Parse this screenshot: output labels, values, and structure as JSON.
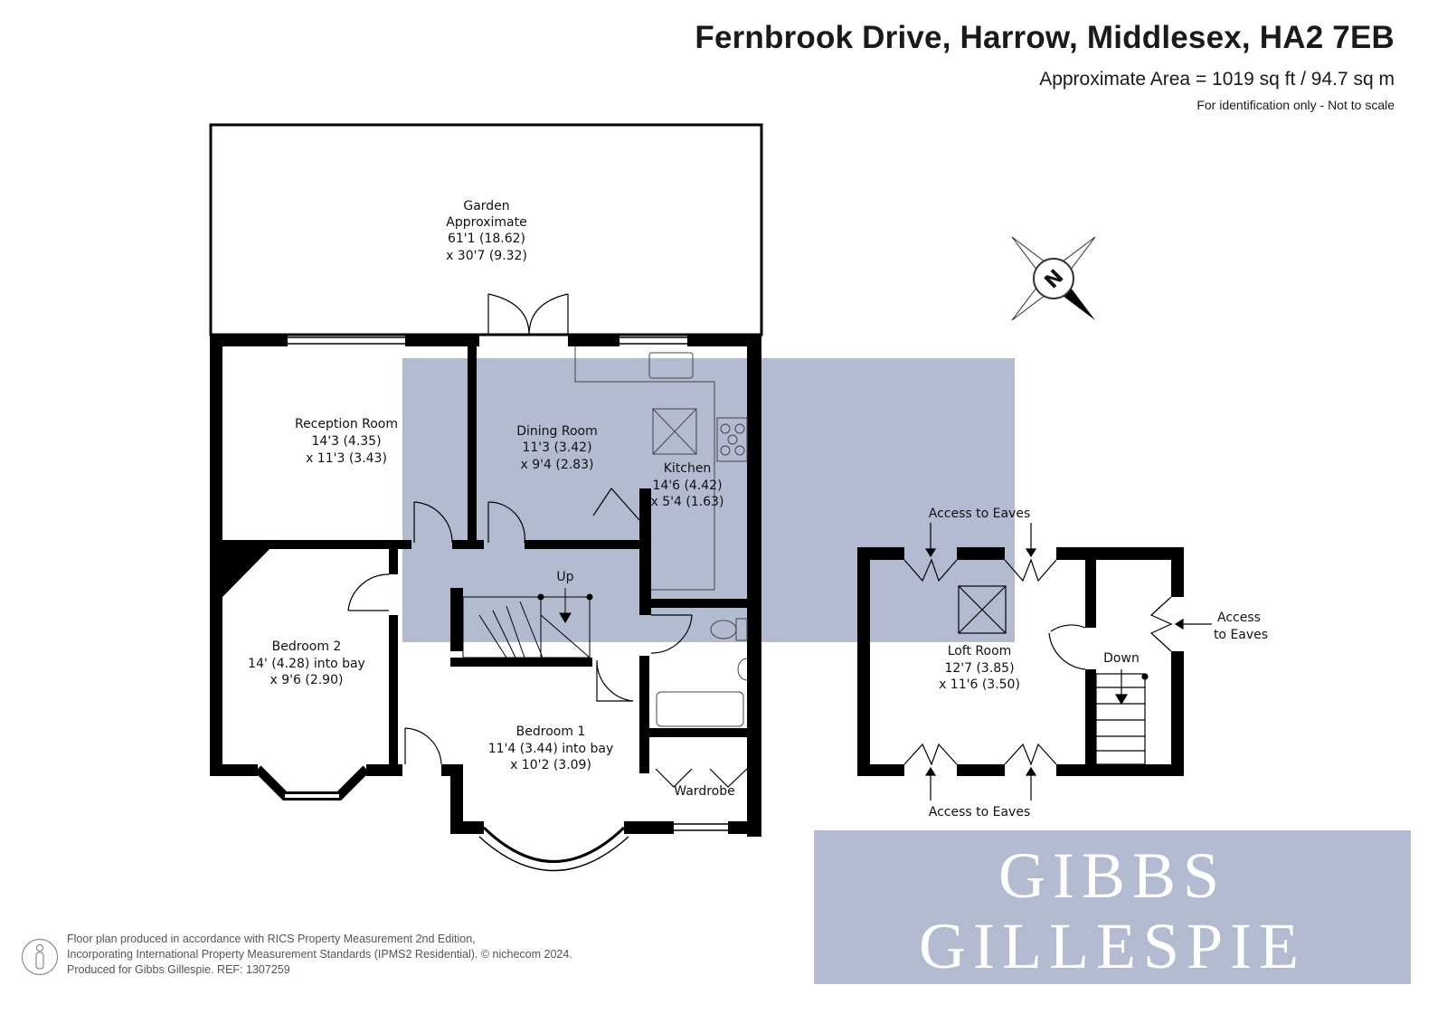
{
  "header": {
    "title": "Fernbrook Drive, Harrow, Middlesex, HA2 7EB",
    "area": "Approximate Area = 1019 sq ft / 94.7 sq m",
    "note": "For identification only - Not to scale"
  },
  "rooms": {
    "garden": [
      "Garden",
      "Approximate",
      "61'1 (18.62)",
      "x 30'7 (9.32)"
    ],
    "reception": [
      "Reception Room",
      "14'3 (4.35)",
      "x 11'3 (3.43)"
    ],
    "dining": [
      "Dining Room",
      "11'3 (3.42)",
      "x 9'4 (2.83)"
    ],
    "kitchen": [
      "Kitchen",
      "14'6 (4.42)",
      "x 5'4 (1.63)"
    ],
    "bedroom2": [
      "Bedroom 2",
      "14' (4.28) into bay",
      "x 9'6 (2.90)"
    ],
    "bedroom1": [
      "Bedroom 1",
      "11'4 (3.44) into bay",
      "x 10'2 (3.09)"
    ],
    "wardrobe": "Wardrobe",
    "stairs_up": "Up",
    "loft": [
      "Loft Room",
      "12'7 (3.85)",
      "x 11'6 (3.50)"
    ],
    "stairs_down": "Down",
    "eaves_top": "Access to Eaves",
    "eaves_right": [
      "Access",
      "to Eaves"
    ],
    "eaves_bottom": "Access to Eaves"
  },
  "compass": {
    "label": "N"
  },
  "watermark": [
    "GIBBS",
    "GILLESPIE"
  ],
  "colors": {
    "watermark_band": "#b3bbd1",
    "wall": "#000000"
  },
  "footer": {
    "line1": "Floor plan produced in accordance with RICS Property Measurement 2nd Edition,",
    "line2": "Incorporating International Property Measurement Standards (IPMS2 Residential).   © nichecom 2024.",
    "line3": "Produced for Gibbs Gillespie.   REF:  1307259"
  }
}
